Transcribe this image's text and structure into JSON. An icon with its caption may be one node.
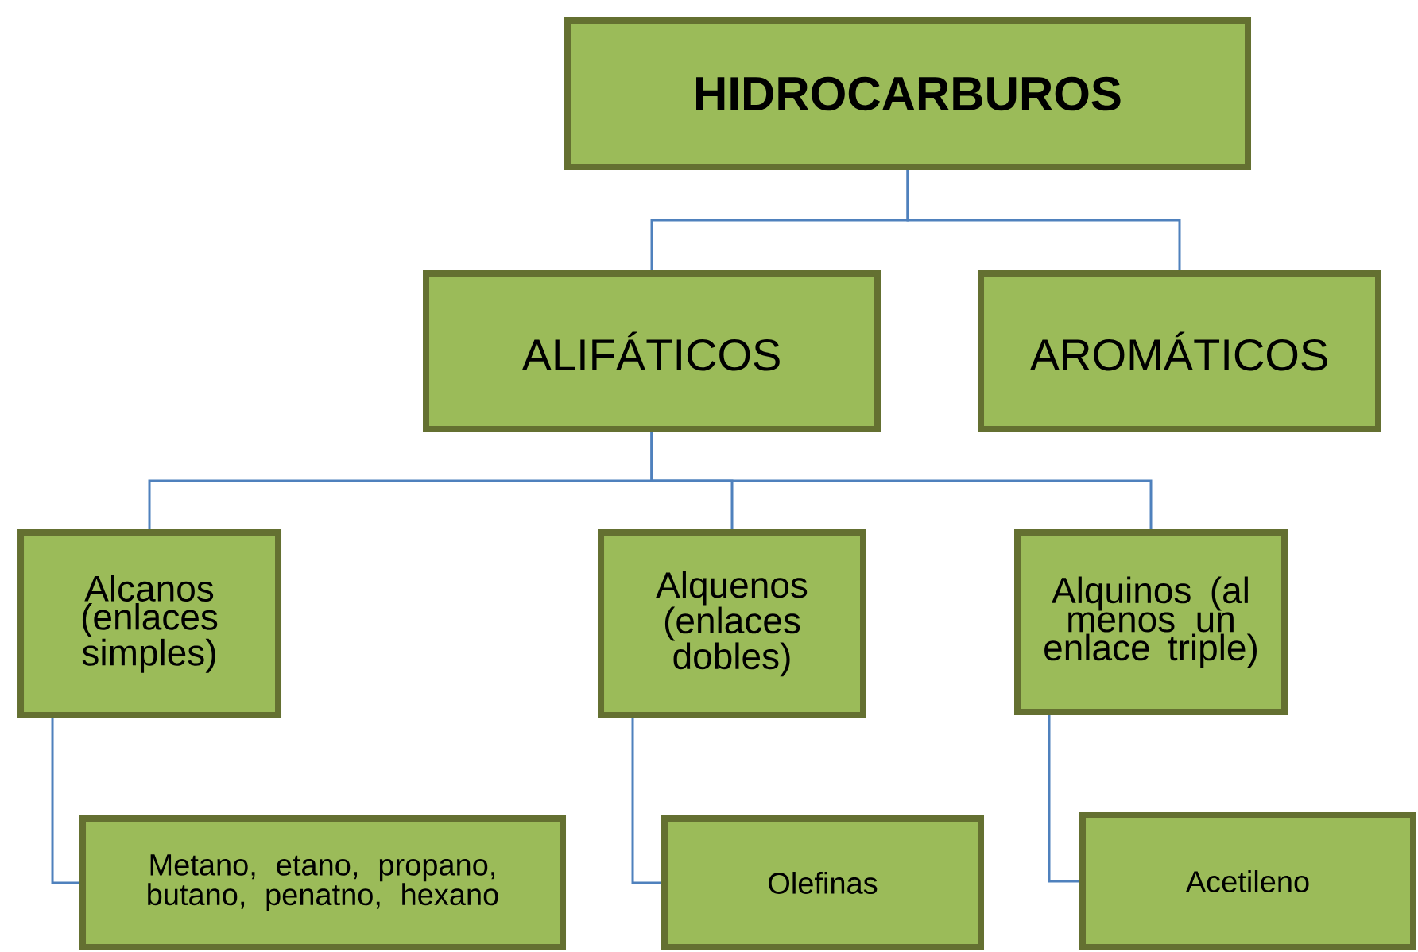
{
  "diagram": {
    "nodes": [
      {
        "text": [
          "HIDROCARBUROS"
        ]
      },
      {
        "text": [
          "ALIFÁTICOS"
        ]
      },
      {
        "text": [
          "AROMÁTICOS"
        ]
      },
      {
        "text": [
          "Alcanos (enlaces simples)"
        ]
      },
      {
        "text": [
          "Alquenos (enlaces dobles)"
        ]
      },
      {
        "text": [
          "Alquinos (al menos un enlace triple)"
        ]
      },
      {
        "text": [
          "Metano, etano, propano, butano, penatno, hexano"
        ]
      },
      {
        "text": [
          "Olefinas"
        ]
      },
      {
        "text": [
          "Acetileno"
        ]
      }
    ],
    "edges": [
      {
        "from": 0,
        "to": 1,
        "arrow": "none"
      },
      {
        "from": 0,
        "to": 2,
        "arrow": "none"
      },
      {
        "from": 1,
        "to": 3,
        "arrow": "none"
      },
      {
        "from": 1,
        "to": 4,
        "arrow": "none"
      },
      {
        "from": 1,
        "to": 5,
        "arrow": "none"
      },
      {
        "from": 3,
        "to": 6,
        "arrow": "none"
      },
      {
        "from": 4,
        "to": 7,
        "arrow": "none"
      },
      {
        "from": 5,
        "to": 8,
        "arrow": "none"
      }
    ]
  }
}
